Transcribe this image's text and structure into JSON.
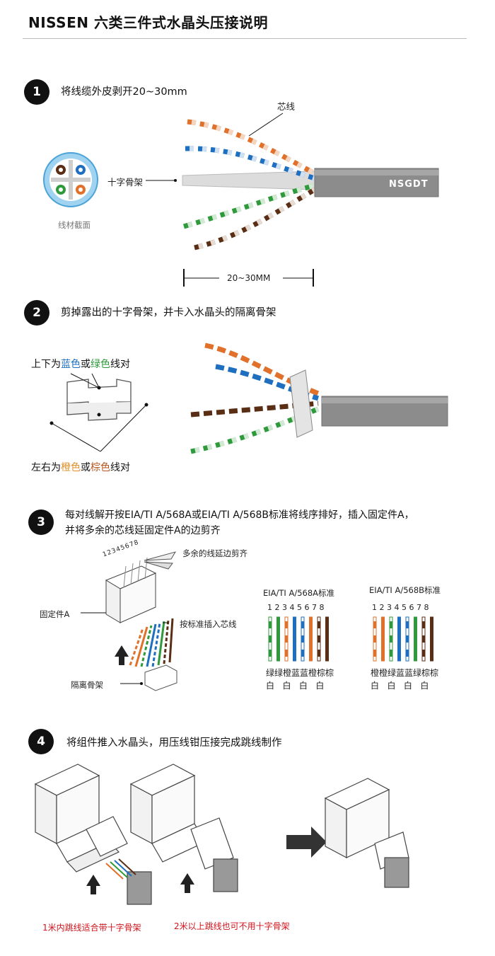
{
  "page": {
    "title": "NISSEN 六类三件式水晶头压接说明"
  },
  "step1": {
    "number": "1",
    "text": "将线缆外皮剥开20~30mm",
    "label_core": "芯线",
    "label_cross": "十字骨架",
    "label_section": "线材截面",
    "brand": "NSGDT",
    "dimension": "20~30MM"
  },
  "step2": {
    "number": "2",
    "text": "剪掉露出的十字骨架，并卡入水晶头的隔离骨架",
    "top_pre": "上下为",
    "top_blue": "蓝色",
    "top_or": "或",
    "top_green": "绿色",
    "top_post": "线对",
    "bottom_pre": "左右为",
    "bottom_orange": "橙色",
    "bottom_or": "或",
    "bottom_brown": "棕色",
    "bottom_post": "线对"
  },
  "step3": {
    "number": "3",
    "text_line1": "每对线解开按EIA/TI A/568A或EIA/TI A/568B标准将线序排好，插入固定件A，",
    "text_line2": "并将多余的芯线延固定件A的边剪齐",
    "label_trim": "多余的线延边剪齐",
    "label_fixture": "固定件A",
    "label_insert": "按标准插入芯线",
    "label_separator": "隔离骨架",
    "pin_numbers": "12345678",
    "standard_a": {
      "title": "EIA/TI A/568A标准",
      "pins": "1 2 3 4 5 6 7 8",
      "colors_line1": "绿绿橙蓝蓝橙棕棕",
      "colors_line2": "白   白   白   白"
    },
    "standard_b": {
      "title": "EIA/TI A/568B标准",
      "pins": "1 2 3 4 5 6 7 8",
      "colors_line1": "橙橙绿蓝蓝绿棕棕",
      "colors_line2": "白   白   白   白"
    }
  },
  "step4": {
    "number": "4",
    "text": "将组件推入水晶头，用压线钳压接完成跳线制作",
    "note_left": "1米内跳线适合带十字骨架",
    "note_right": "2米以上跳线也可不用十字骨架"
  },
  "colors": {
    "orange": "#e0702a",
    "blue": "#1e6fc0",
    "green": "#2f9a3c",
    "brown": "#5a2e14",
    "cable_gray": "#8c8c8c",
    "note_red": "#d3141c"
  },
  "wire_order_a": [
    "green-white",
    "green",
    "orange-white",
    "blue",
    "blue-white",
    "orange",
    "brown-white",
    "brown"
  ],
  "wire_order_b": [
    "orange-white",
    "orange",
    "green-white",
    "blue",
    "blue-white",
    "green",
    "brown-white",
    "brown"
  ]
}
